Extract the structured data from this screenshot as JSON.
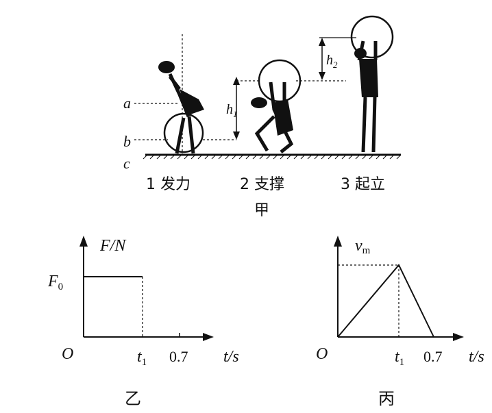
{
  "figure_jia": {
    "level_labels": [
      "a",
      "b",
      "c"
    ],
    "height_labels": {
      "h1": "h",
      "h1_sub": "1",
      "h2": "h",
      "h2_sub": "2"
    },
    "stage_labels": [
      "1 发力",
      "2 支撑",
      "3 起立"
    ],
    "caption": "甲"
  },
  "figure_yi": {
    "y_axis_label": "F/N",
    "y_value_label": "F",
    "y_value_sub": "0",
    "origin": "O",
    "x_tick_labels": [
      "t",
      "0.7"
    ],
    "x_tick_sub": "1",
    "x_axis_label": "t/s",
    "caption": "乙"
  },
  "figure_bing": {
    "y_axis_label": "v",
    "y_axis_sub": "m",
    "origin": "O",
    "x_tick_labels": [
      "t",
      "0.7"
    ],
    "x_tick_sub": "1",
    "x_axis_label": "t/s",
    "caption": "丙"
  }
}
